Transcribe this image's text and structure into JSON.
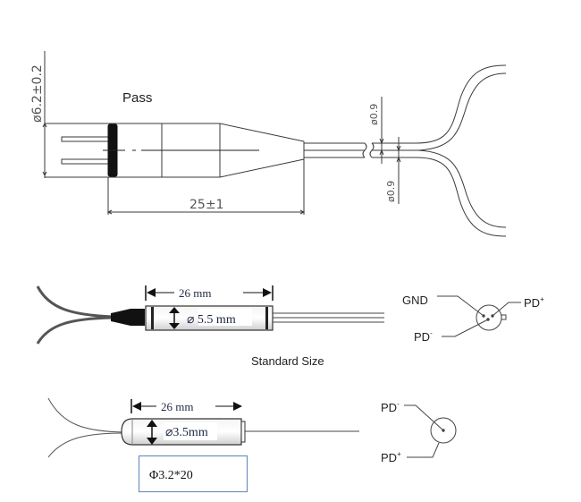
{
  "drawing_1": {
    "title_label": "Pass",
    "diameter_dim": "ø6.2±0.2",
    "length_dim": "25±1",
    "fiber_dim_top": "ø0.9",
    "fiber_dim_bottom": "ø0.9"
  },
  "drawing_2": {
    "length_dim": "26 mm",
    "diameter_dim": "⌀ 5.5 mm",
    "caption": "Standard Size",
    "pinout": {
      "gnd": "GND",
      "pd_plus": "PD",
      "pd_plus_sup": "+",
      "pd_minus": "PD",
      "pd_minus_sup": "-"
    }
  },
  "drawing_3": {
    "length_dim": "26 mm",
    "diameter_dim": "⌀3.5mm",
    "size_box": "Φ3.2*20",
    "pinout": {
      "pd_minus": "PD",
      "pd_minus_sup": "-",
      "pd_plus": "PD",
      "pd_plus_sup": "+"
    }
  },
  "colors": {
    "line": "#3a3a3a",
    "box_border": "#6f8fbf",
    "fiber_dark": "#555555"
  }
}
